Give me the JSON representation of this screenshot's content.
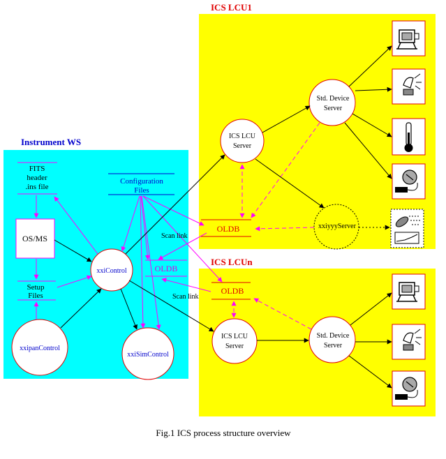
{
  "regions": {
    "instrument_ws_title": "Instrument WS",
    "lcu1_title": "ICS LCU1",
    "lcun_title": "ICS LCUn"
  },
  "nodes": {
    "fits_line1": "FITS",
    "fits_line2": "header",
    "fits_line3": ".ins file",
    "osms": "OS/MS",
    "setup_line1": "Setup",
    "setup_line2": "Files",
    "config_line1": "Configuration",
    "config_line2": "Files",
    "xxicontrol": "xxiControl",
    "xxipancontrol": "xxipanControl",
    "xxisimcontrol": "xxiSimControl",
    "oldb_ws": "OLDB",
    "lcu1_server_line1": "ICS LCU",
    "lcu1_server_line2": "Server",
    "lcu1_oldb": "OLDB",
    "lcu1_std_line1": "Std. Device",
    "lcu1_std_line2": "Server",
    "lcu1_xxiyyy": "xxiyyyServer",
    "lcun_oldb": "OLDB",
    "lcun_server_line1": "ICS LCU",
    "lcun_server_line2": "Server",
    "lcun_std_line1": "Std. Device",
    "lcun_std_line2": "Server"
  },
  "edge_labels": {
    "scan_link_1": "Scan link",
    "scan_link_2": "Scan link"
  },
  "device_icons": {
    "lcu1": [
      "motor-icon",
      "lamp-icon",
      "thermometer-icon",
      "sensor-icon",
      "custom-device-icon"
    ],
    "lcun": [
      "motor-icon",
      "lamp-icon",
      "sensor-icon"
    ]
  },
  "colors": {
    "ws_background": "#00ffff",
    "lcu_background": "#ffff00",
    "node_border_red": "#e00000",
    "magenta": "#ff00ff",
    "blue_text": "#0000cc"
  },
  "caption": "Fig.1 ICS process structure overview"
}
